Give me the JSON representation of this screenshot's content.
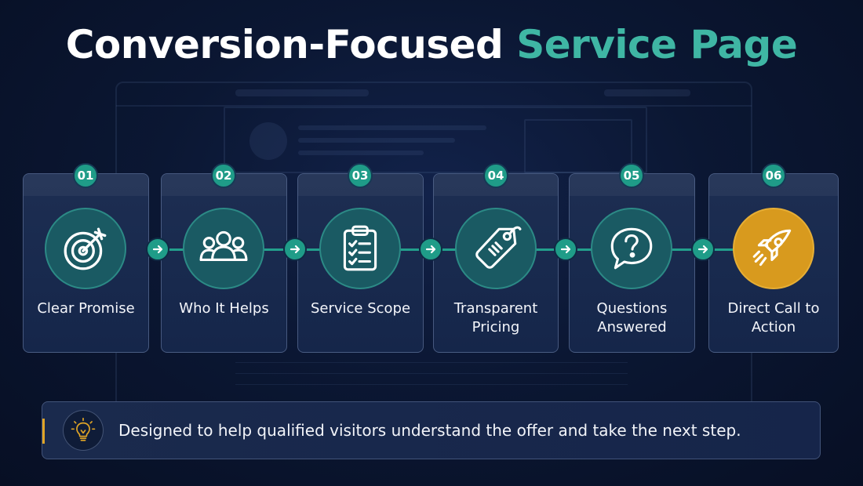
{
  "title": {
    "part1": "Conversion-Focused",
    "part2": "Service Page"
  },
  "colors": {
    "accent_teal": "#3fb6a4",
    "badge_teal": "#1f9c88",
    "action_gold": "#d89a1e",
    "background": "#0b1733"
  },
  "steps": [
    {
      "number": "01",
      "label": "Clear Promise",
      "icon": "target-icon"
    },
    {
      "number": "02",
      "label": "Who It Helps",
      "icon": "people-group-icon"
    },
    {
      "number": "03",
      "label": "Service Scope",
      "icon": "clipboard-checklist-icon"
    },
    {
      "number": "04",
      "label": "Transparent Pricing",
      "icon": "price-tag-icon"
    },
    {
      "number": "05",
      "label": "Questions Answered",
      "icon": "question-bubble-icon"
    },
    {
      "number": "06",
      "label": "Direct Call to Action",
      "icon": "rocket-icon"
    }
  ],
  "banner": {
    "icon": "lightbulb-icon",
    "text": "Designed to help qualified visitors understand the offer and take the next step."
  }
}
